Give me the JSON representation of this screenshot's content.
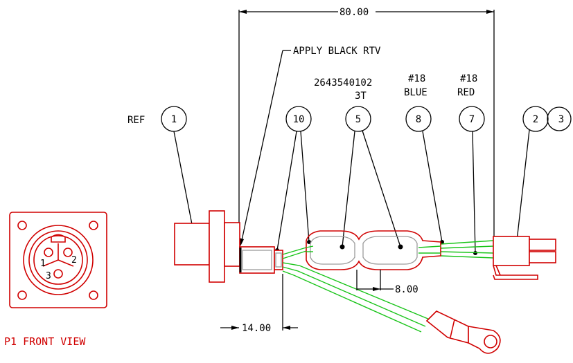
{
  "colors": {
    "outline": "#d00000",
    "wire": "#19c419",
    "boot": "#9a9a9a",
    "leader": "#000000"
  },
  "dimensions": {
    "overall_length": "80.00",
    "boot_spacing": "8.00",
    "breakout": "14.00"
  },
  "notes": {
    "rtv": "APPLY BLACK RTV",
    "part_number": "2643540102",
    "part_suffix": "3T",
    "wire_blue_gauge": "#18",
    "wire_blue_color": "BLUE",
    "wire_red_gauge": "#18",
    "wire_red_color": "RED",
    "ref": "REF",
    "front_view": "P1 FRONT VIEW"
  },
  "balloons": {
    "b1": "1",
    "b10": "10",
    "b5": "5",
    "b8": "8",
    "b7": "7",
    "b2": "2",
    "b3": "3"
  },
  "pins": {
    "p1": "1",
    "p2": "2",
    "p3": "3"
  }
}
